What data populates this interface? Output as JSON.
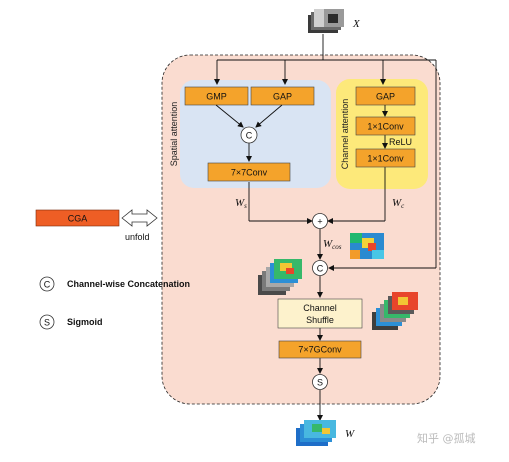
{
  "input_label": "X",
  "output_label": "W",
  "spatial_title": "Spatial attention",
  "channel_title": "Channel attention",
  "gmp": "GMP",
  "gap_spatial": "GAP",
  "gap_channel": "GAP",
  "concat_symbol": "C",
  "conv7": "7×7Conv",
  "conv1a": "1×1Conv",
  "relu": "ReLU",
  "conv1b": "1×1Conv",
  "ws": "Ws",
  "wc": "Wc",
  "plus": "+",
  "wcos": "Wcos",
  "concat2": "C",
  "shuffle_line1": "Channel",
  "shuffle_line2": "Shuffle",
  "gconv": "7×7GConv",
  "sigmoid": "S",
  "cga": "CGA",
  "unfold": "unfold",
  "legend_concat_symbol": "C",
  "legend_concat_text": "Channel-wise Concatenation",
  "legend_sigmoid_symbol": "S",
  "legend_sigmoid_text": "Sigmoid",
  "watermark": "知乎 @孤城",
  "colors": {
    "outer_fill": "#fadcd0",
    "spatial_fill": "#d9e4f3",
    "channel_fill": "#fde97a",
    "box_orange": "#f4a32b",
    "cga_fill": "#ee5e25",
    "shuffle_fill": "#fdf2cc"
  }
}
